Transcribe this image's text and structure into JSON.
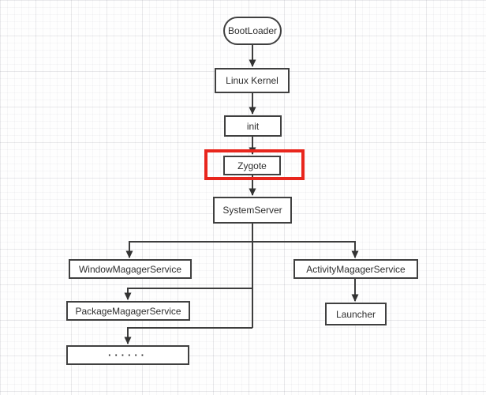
{
  "diagram": {
    "type": "flowchart",
    "background": "grid-paper",
    "nodes": {
      "bootloader": {
        "label": "BootLoader",
        "shape": "stadium"
      },
      "linux_kernel": {
        "label": "Linux Kernel",
        "shape": "rect"
      },
      "init": {
        "label": "init",
        "shape": "rect"
      },
      "zygote": {
        "label": "Zygote",
        "shape": "rect",
        "highlighted": true
      },
      "system_server": {
        "label": "SystemServer",
        "shape": "rect"
      },
      "window_manager_service": {
        "label": "WindowMagagerService",
        "shape": "rect"
      },
      "activity_manager_service": {
        "label": "ActivityMagagerService",
        "shape": "rect"
      },
      "package_manager_service": {
        "label": "PackageMagagerService",
        "shape": "rect"
      },
      "launcher": {
        "label": "Launcher",
        "shape": "rect"
      },
      "ellipsis": {
        "label": "······",
        "shape": "rect"
      }
    },
    "edges": [
      {
        "from": "BootLoader",
        "to": "Linux Kernel"
      },
      {
        "from": "Linux Kernel",
        "to": "init"
      },
      {
        "from": "init",
        "to": "Zygote"
      },
      {
        "from": "Zygote",
        "to": "SystemServer"
      },
      {
        "from": "SystemServer",
        "to": "WindowMagagerService"
      },
      {
        "from": "SystemServer",
        "to": "ActivityMagagerService"
      },
      {
        "from": "SystemServer",
        "to": "PackageMagagerService"
      },
      {
        "from": "SystemServer",
        "to": "······"
      },
      {
        "from": "ActivityMagagerService",
        "to": "Launcher"
      }
    ],
    "colors": {
      "line": "#3d3d3d",
      "box_border": "#404040",
      "box_fill": "#ffffff",
      "text": "#2e2e2e",
      "highlight": "#e8261d"
    }
  }
}
